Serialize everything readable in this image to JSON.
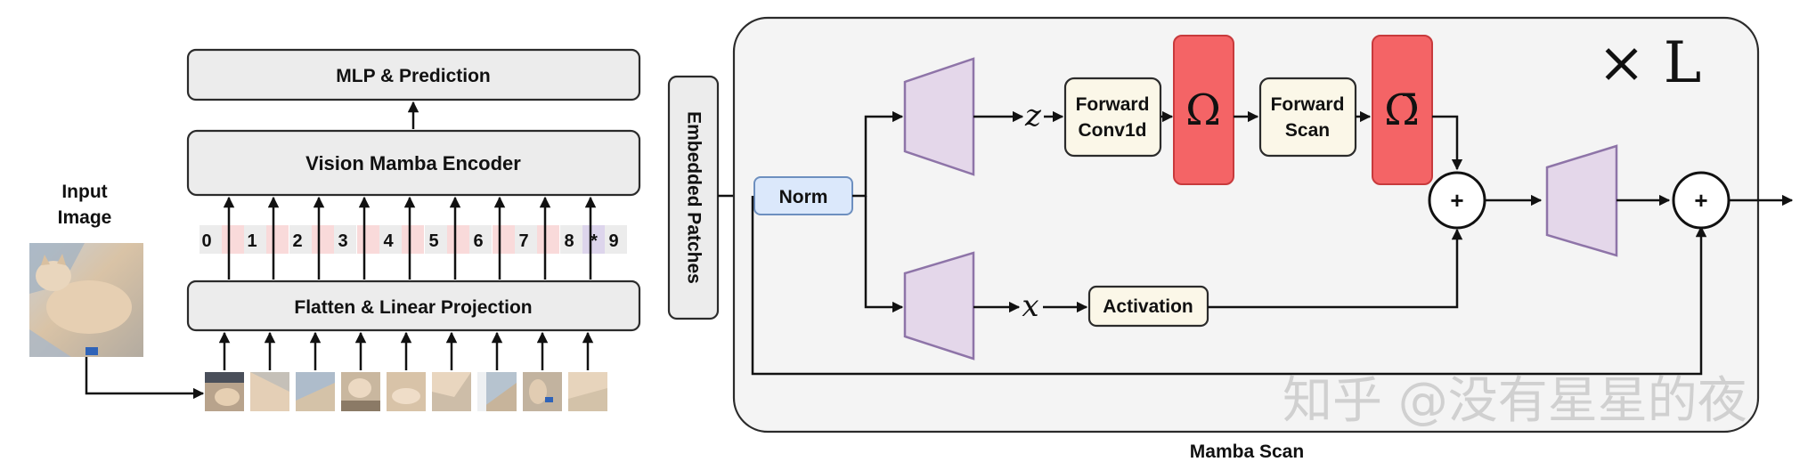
{
  "left": {
    "input_image_label": [
      "Input",
      "Image"
    ],
    "mlp_label": "MLP & Prediction",
    "encoder_label": "Vision Mamba Encoder",
    "flatten_label": "Flatten & Linear Projection",
    "tokens": [
      "0",
      "1",
      "2",
      "3",
      "4",
      "5",
      "6",
      "7",
      "8",
      "*",
      "9"
    ],
    "embedded_patches_label": "Embedded Patches"
  },
  "mamba": {
    "norm_label": "Norm",
    "forward_conv_label": [
      "Forward",
      "Conv1d"
    ],
    "forward_scan_label": [
      "Forward",
      "Scan"
    ],
    "omega_label": "Ω",
    "omega_bar_label": "Ω̄",
    "z_label": "z",
    "x_label": "x",
    "activation_label": "Activation",
    "plus_symbol": "+",
    "repeat_label": "× L",
    "title": "Mamba Scan",
    "watermark": "知乎 @没有星星的夜"
  },
  "colors": {
    "token_pink": "#f9dada",
    "cls_token_purple": "#ddd5ec",
    "norm_fill": "#dbe8fb",
    "norm_stroke": "#6d8fbf",
    "red_block": "#f46466",
    "trapezoid": "#e4d7ea",
    "panel": "#f4f4f4"
  }
}
